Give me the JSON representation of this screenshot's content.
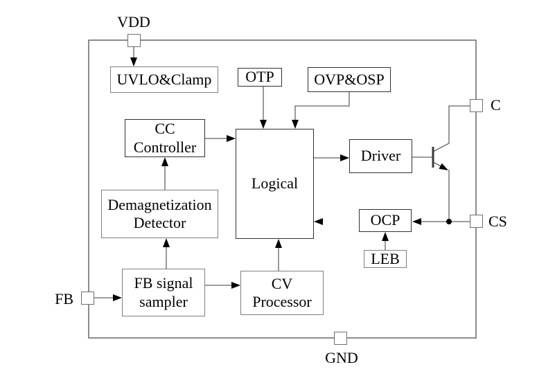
{
  "diagram": {
    "type": "block-diagram",
    "description": "IC functional block diagram with chip boundary, internal blocks, NPN transistor and external pins",
    "blocks": {
      "uvlo_clamp": "UVLO&Clamp",
      "otp": "OTP",
      "ovp_osp": "OVP&OSP",
      "cc_controller_line1": "CC",
      "cc_controller_line2": "Controller",
      "logical": "Logical",
      "driver": "Driver",
      "demag_line1": "Demagnetization",
      "demag_line2": "Detector",
      "ocp": "OCP",
      "leb": "LEB",
      "fb_sampler_line1": "FB signal",
      "fb_sampler_line2": "sampler",
      "cv_processor_line1": "CV",
      "cv_processor_line2": "Processor"
    },
    "pins": {
      "vdd": "VDD",
      "c": "C",
      "cs": "CS",
      "fb": "FB",
      "gnd": "GND"
    },
    "colors": {
      "wire": "#606060",
      "arrowhead": "#000000",
      "border_light": "#7f7f7f",
      "border_dark": "#2f2f2f",
      "background": "#ffffff",
      "text": "#000000"
    }
  }
}
